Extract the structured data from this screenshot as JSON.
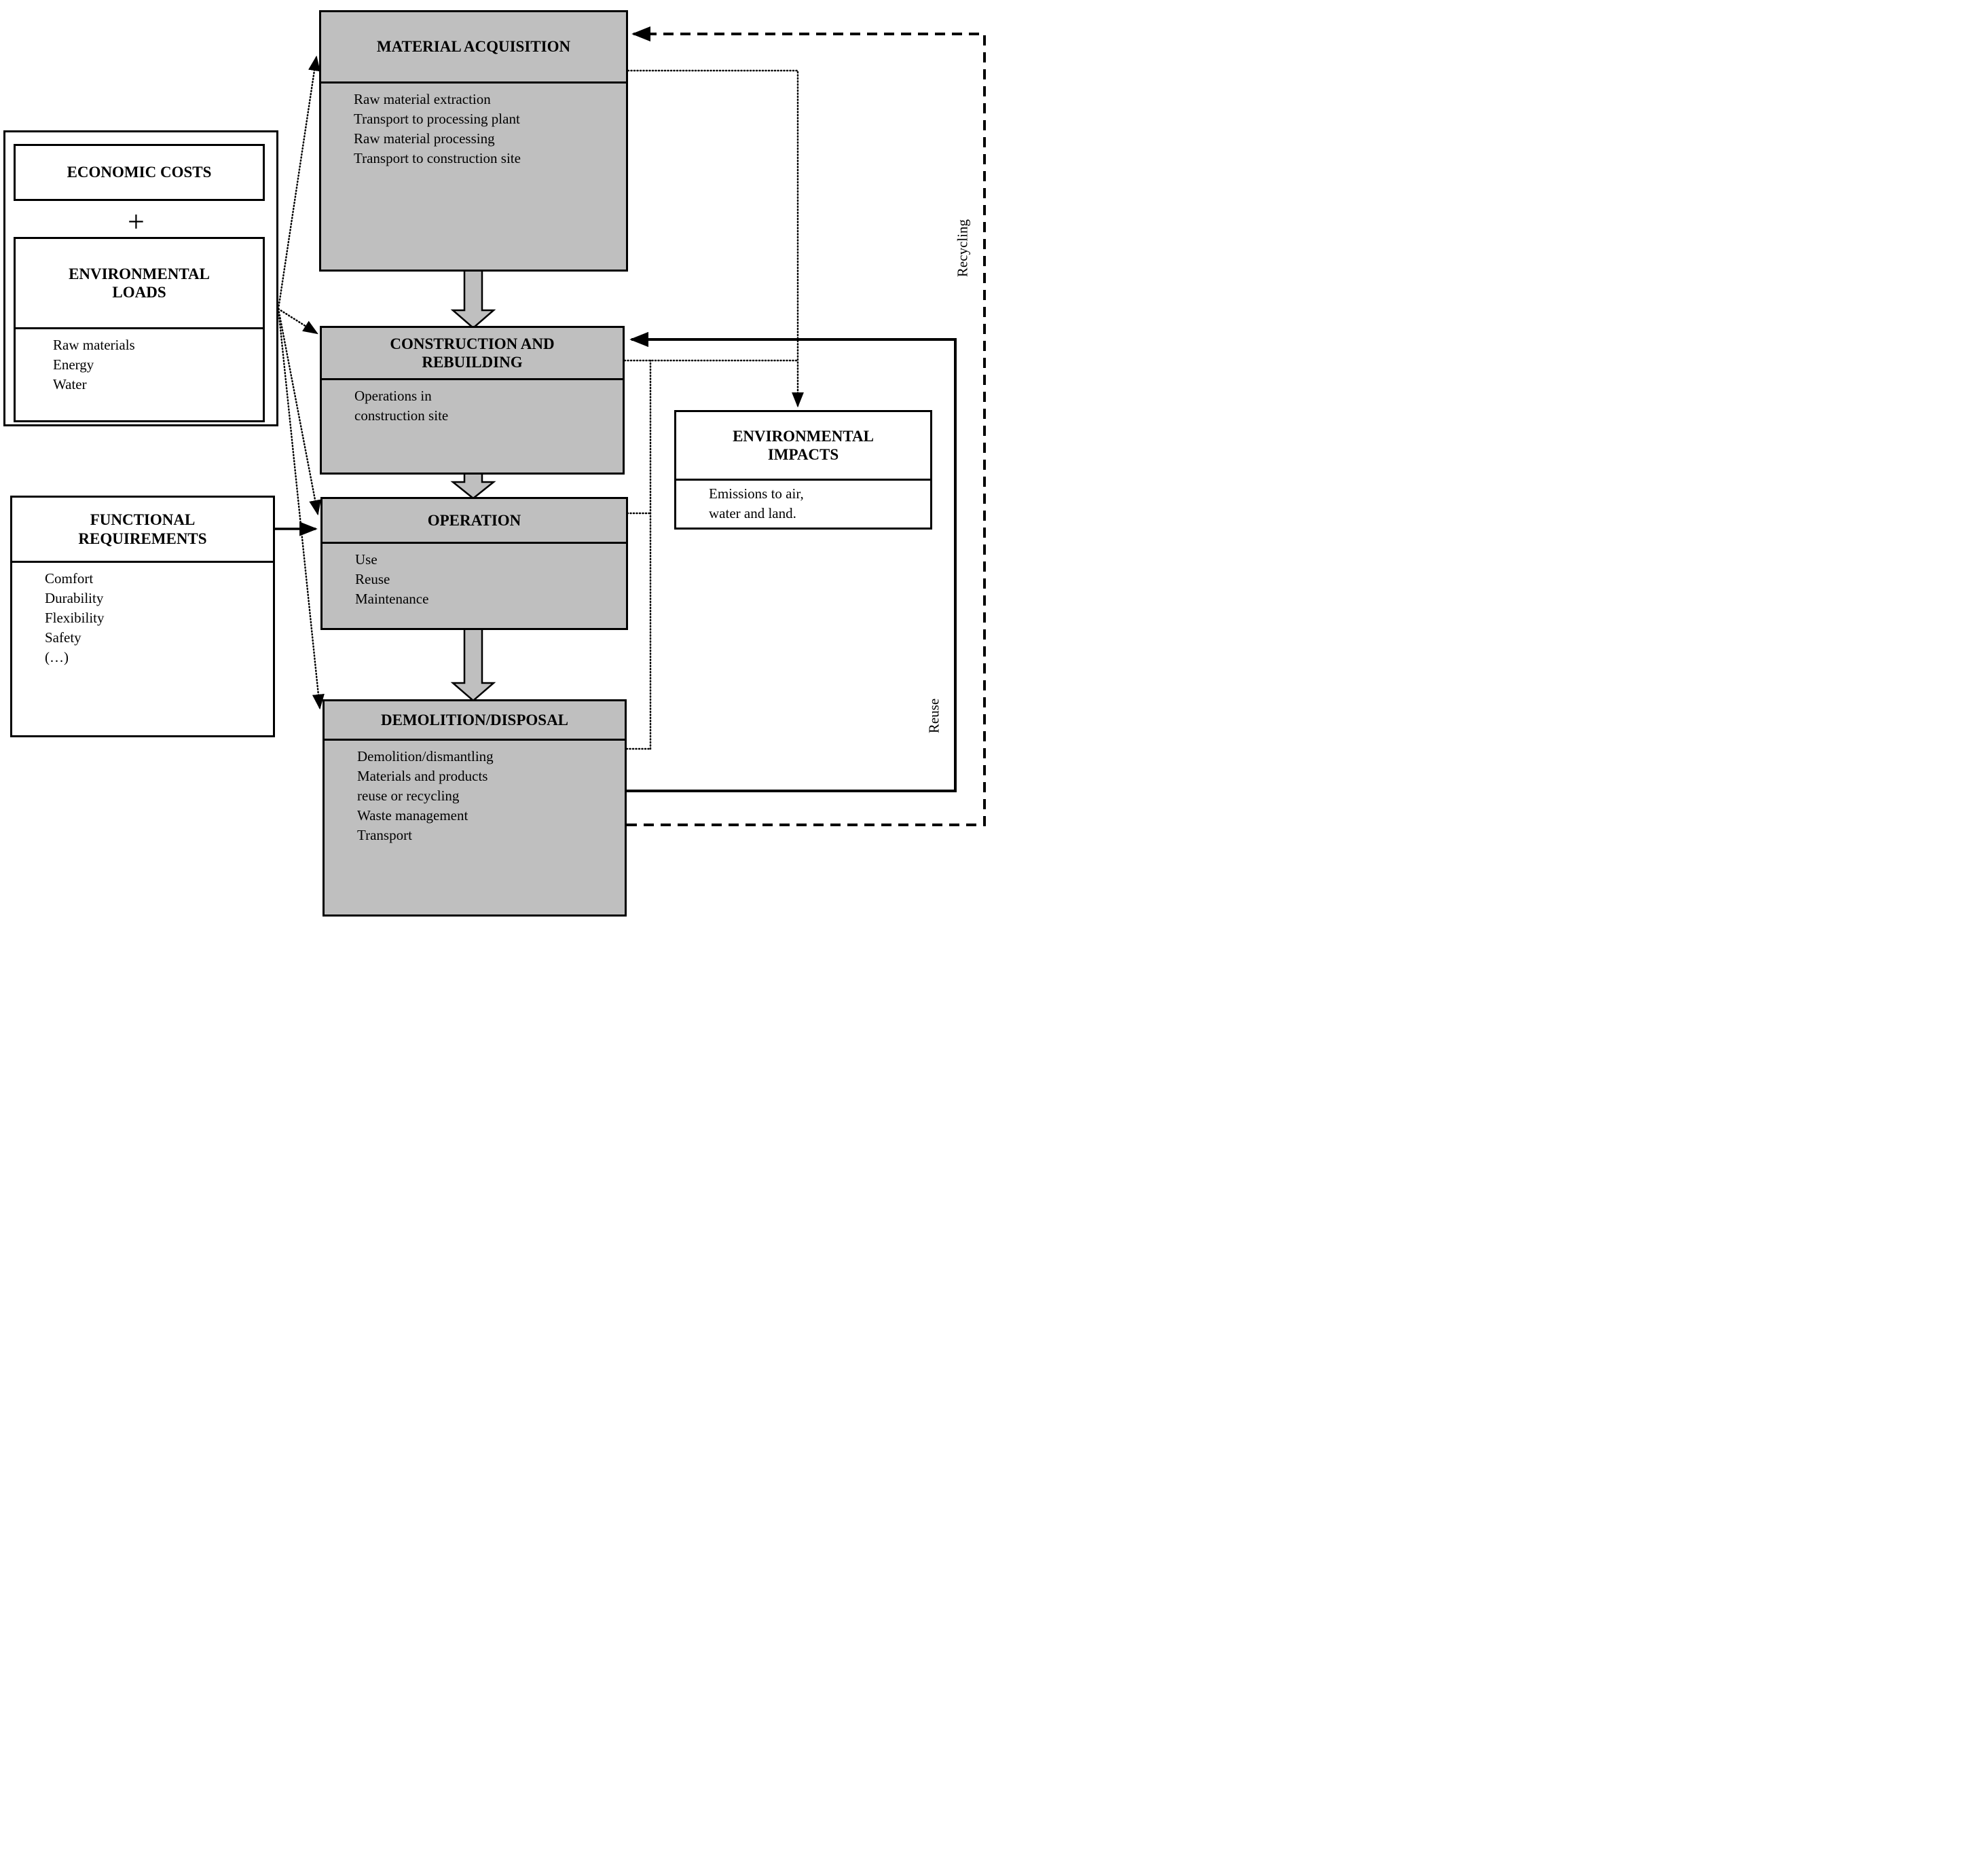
{
  "boxes": {
    "economic_costs": {
      "title": "ECONOMIC COSTS"
    },
    "plus_sign": "+",
    "environmental_loads": {
      "title": "ENVIRONMENTAL LOADS",
      "items": [
        "Raw materials",
        "Energy",
        "Water"
      ]
    },
    "functional_requirements": {
      "title": "FUNCTIONAL REQUIREMENTS",
      "items": [
        "Comfort",
        "Durability",
        "Flexibility",
        "Safety",
        "(…)"
      ]
    },
    "material_acquisition": {
      "title": "MATERIAL ACQUISITION",
      "items": [
        "Raw material extraction",
        "Transport to processing plant",
        "Raw material processing",
        "Transport to construction site"
      ]
    },
    "construction_and_rebuilding": {
      "title": "CONSTRUCTION AND REBUILDING",
      "items": [
        "Operations in construction site"
      ]
    },
    "operation": {
      "title": "OPERATION",
      "items": [
        "Use",
        "Reuse",
        "Maintenance"
      ]
    },
    "demolition_disposal": {
      "title": "DEMOLITION/DISPOSAL",
      "items": [
        "Demolition/dismantling",
        "Materials and products reuse or recycling",
        "Waste management",
        "Transport"
      ]
    },
    "environmental_impacts": {
      "title": "ENVIRONMENTAL IMPACTS",
      "items": [
        "Emissions to air, water and land."
      ]
    }
  },
  "loop_labels": {
    "recycling": "Recycling",
    "reuse": "Reuse"
  },
  "colors": {
    "stage_box_fill": "#bfbfbf",
    "line_color": "#000000",
    "background": "#ffffff"
  }
}
